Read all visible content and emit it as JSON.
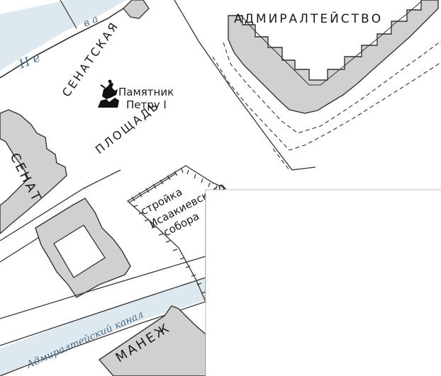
{
  "labels": {
    "neva_part1": "Н е",
    "neva_part2": "в а",
    "admiralty": "АДМИРАЛТЕЙСТВО",
    "square_top": "СЕНАТСКАЯ",
    "square_bottom": "ПЛОЩАДЬ",
    "monument_line1": "Памятник",
    "monument_line2": "Петру I",
    "senate": "СЕНАТ",
    "construction_line1": "стройка",
    "construction_line2": "Исаакиевского",
    "construction_line3": "собора",
    "canal": "Адмиралтейский канал",
    "manege": "МАНЕЖ"
  },
  "icons": {
    "monument": "bronze-horseman-icon"
  },
  "colors": {
    "water": "#dde8ef",
    "building": "#d0d0d0",
    "outline": "#333333",
    "blank_panel": "#ffffff"
  }
}
